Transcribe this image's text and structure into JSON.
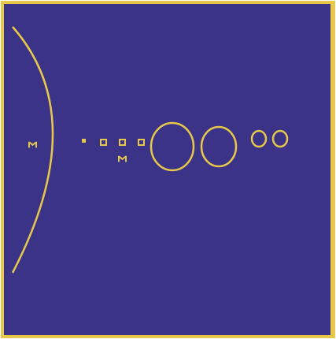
{
  "colors": {
    "space": "#3a3388",
    "outline": "#e8c84a",
    "page": "#ffffff"
  },
  "scene": {
    "sun_label": "Σ",
    "planet_label": "Σ"
  },
  "planets": [
    {
      "name": "mercury-icon",
      "shape": "dot"
    },
    {
      "name": "venus-icon",
      "shape": "square"
    },
    {
      "name": "earth-icon",
      "shape": "square"
    },
    {
      "name": "mars-icon",
      "shape": "square"
    },
    {
      "name": "jupiter-icon",
      "shape": "ring"
    },
    {
      "name": "saturn-icon",
      "shape": "ring"
    },
    {
      "name": "uranus-icon",
      "shape": "ring"
    },
    {
      "name": "neptune-icon",
      "shape": "ring"
    }
  ]
}
